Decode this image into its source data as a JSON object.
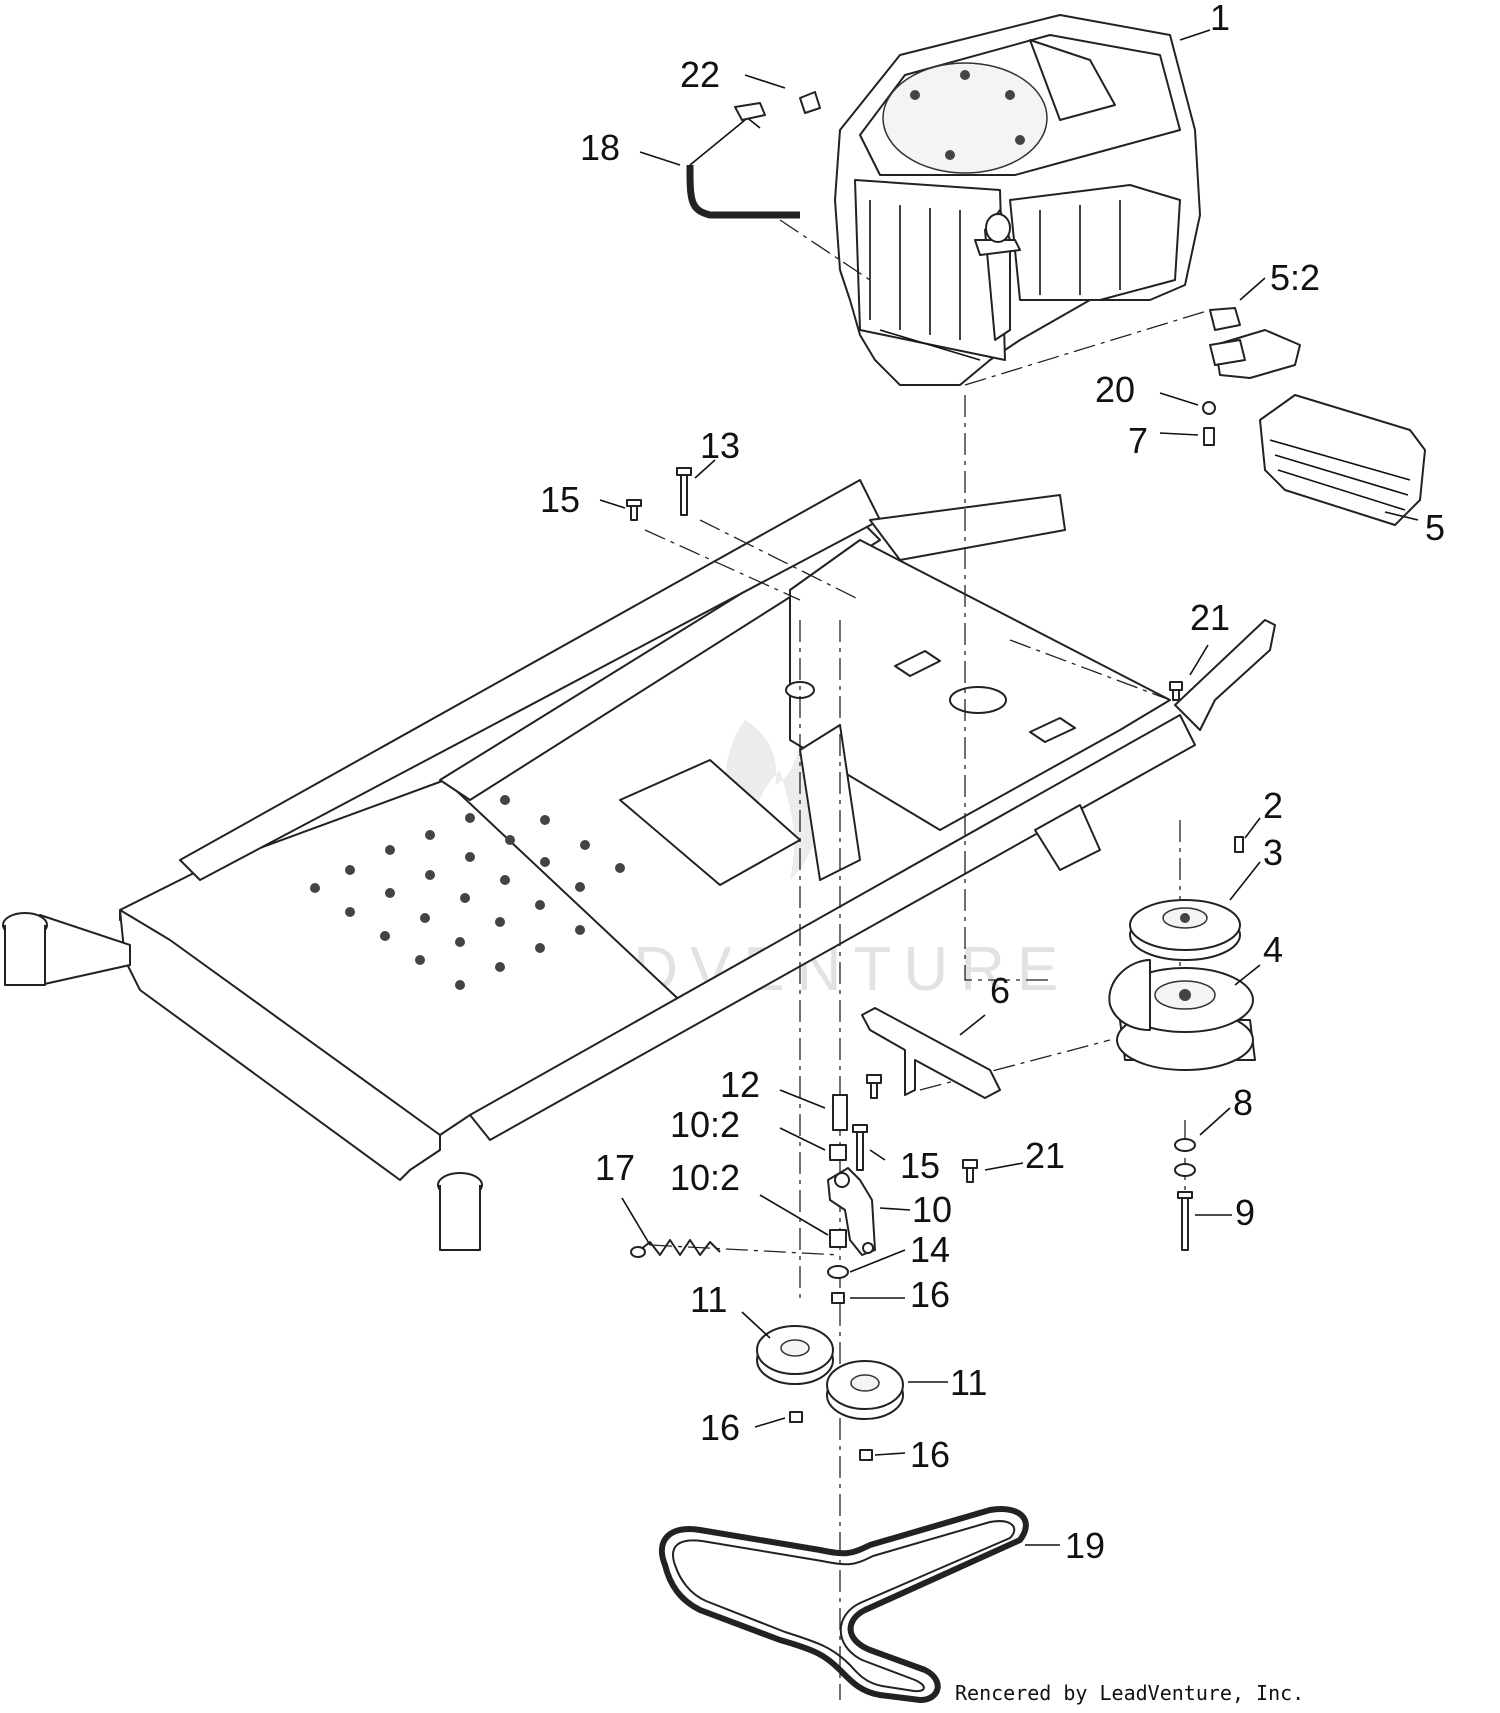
{
  "callouts": [
    {
      "id": "c1",
      "text": "1"
    },
    {
      "id": "c22",
      "text": "22"
    },
    {
      "id": "c18",
      "text": "18"
    },
    {
      "id": "c5-2",
      "text": "5:2"
    },
    {
      "id": "c20",
      "text": "20"
    },
    {
      "id": "c7",
      "text": "7"
    },
    {
      "id": "c13",
      "text": "13"
    },
    {
      "id": "c15a",
      "text": "15"
    },
    {
      "id": "c5",
      "text": "5"
    },
    {
      "id": "c21a",
      "text": "21"
    },
    {
      "id": "c2",
      "text": "2"
    },
    {
      "id": "c3",
      "text": "3"
    },
    {
      "id": "c4",
      "text": "4"
    },
    {
      "id": "c6",
      "text": "6"
    },
    {
      "id": "c12",
      "text": "12"
    },
    {
      "id": "c10-2a",
      "text": "10:2"
    },
    {
      "id": "c15b",
      "text": "15"
    },
    {
      "id": "c21b",
      "text": "21"
    },
    {
      "id": "c8",
      "text": "8"
    },
    {
      "id": "c17",
      "text": "17"
    },
    {
      "id": "c10-2b",
      "text": "10:2"
    },
    {
      "id": "c10",
      "text": "10"
    },
    {
      "id": "c9",
      "text": "9"
    },
    {
      "id": "c14",
      "text": "14"
    },
    {
      "id": "c16a",
      "text": "16"
    },
    {
      "id": "c11a",
      "text": "11"
    },
    {
      "id": "c11b",
      "text": "11"
    },
    {
      "id": "c16b",
      "text": "16"
    },
    {
      "id": "c16c",
      "text": "16"
    },
    {
      "id": "c19",
      "text": "19"
    }
  ],
  "watermark": "LEADVENTURE",
  "credit": "Rencered by LeadVenture, Inc.",
  "colors": {
    "ink": "#111111",
    "watermark": "#e2e2e2",
    "background": "#ffffff"
  }
}
